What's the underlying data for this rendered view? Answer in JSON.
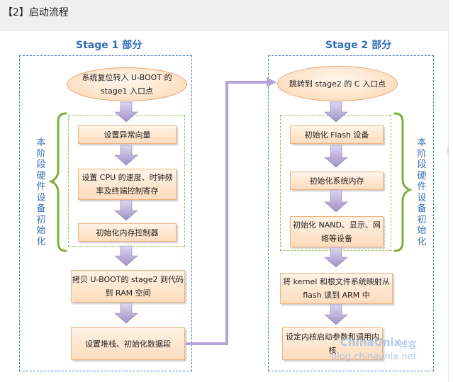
{
  "header": {
    "title": "【2】启动流程"
  },
  "stage1": {
    "title": "Stage 1 部分",
    "start": "系统复位转入 U-BOOT 的 stage1 入口点",
    "side_label": "本阶段硬件设备初始化",
    "steps": [
      "设置异常向量",
      "设置 CPU 的速度、时钟频率及终端控制寄存",
      "初始化内存控制器",
      "拷贝 U-BOOT的 stage2 到代码到 RAM 空间",
      "设置堆栈、初始化数据段"
    ]
  },
  "stage2": {
    "title": "Stage 2 部分",
    "start": "跳转到 stage2 的 C 入口点",
    "side_label": "本阶段硬件设备初始化",
    "steps": [
      "初始化 Flash 设备",
      "初始化系统内存",
      "初始化 NAND、显示、网络等设备",
      "将 kernel 和根文件系统映射从 flash 读到 ARM 中",
      "设定内核启动参数和调用内核"
    ]
  },
  "watermark": {
    "logo": "ChinaUnix",
    "blog": "博客",
    "url": "blog.chinaunix.net"
  },
  "colors": {
    "accent": "#2f6fb8",
    "arrow": "#a99bcc",
    "connector": "#b3a2d6",
    "bracket": "#7db13d"
  }
}
